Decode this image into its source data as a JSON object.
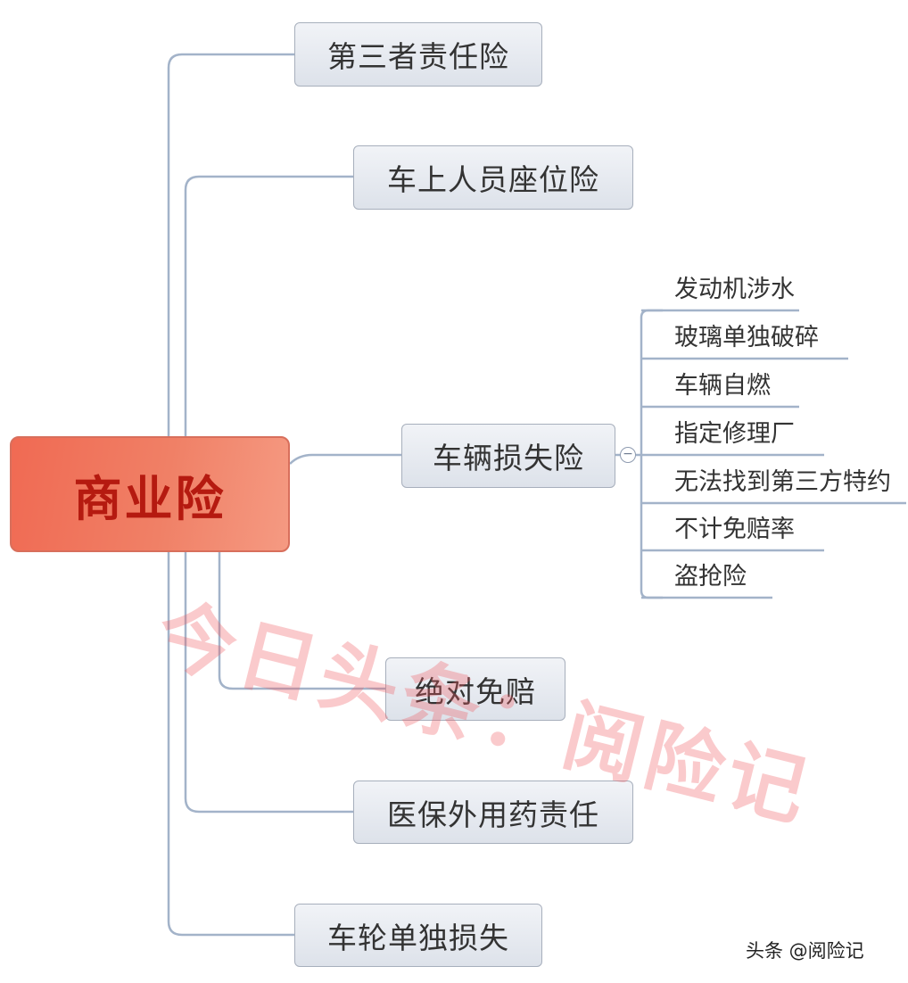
{
  "root": {
    "label": "商业险"
  },
  "branches": [
    {
      "label": "第三者责任险"
    },
    {
      "label": "车上人员座位险"
    },
    {
      "label": "车辆损失险",
      "collapse_symbol": "−",
      "children": [
        {
          "label": "发动机涉水"
        },
        {
          "label": "玻璃单独破碎"
        },
        {
          "label": "车辆自燃"
        },
        {
          "label": "指定修理厂"
        },
        {
          "label": "无法找到第三方特约"
        },
        {
          "label": "不计免赔率"
        },
        {
          "label": "盗抢险"
        }
      ]
    },
    {
      "label": "绝对免赔"
    },
    {
      "label": "医保外用药责任"
    },
    {
      "label": "车轮单独损失"
    }
  ],
  "watermark": "今日头条：阅险记",
  "credit": "头条 @阅险记",
  "colors": {
    "connector": "#a3b3c9",
    "root_fill": "#f07a60",
    "root_text": "#b51a10",
    "node_fill": "#e6e9ef",
    "node_border": "#a7afbc"
  }
}
